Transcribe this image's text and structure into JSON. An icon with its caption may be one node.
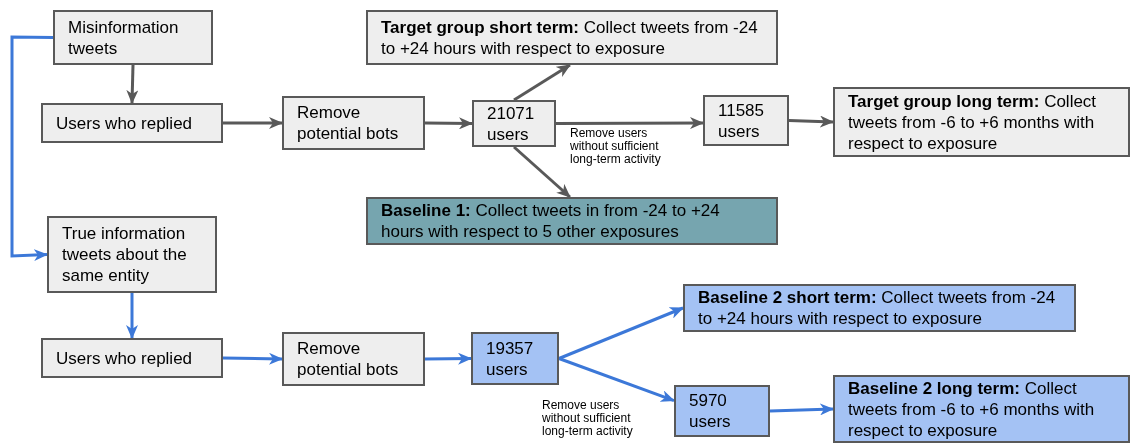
{
  "diagram": {
    "nodes": [
      {
        "text": [
          "Misinformation tweets"
        ]
      },
      {
        "text": [
          "Users who replied"
        ]
      },
      {
        "text": [
          "Remove potential bots"
        ]
      },
      {
        "text": [
          "21071 users"
        ]
      },
      {
        "text": [
          "**Target group short term:** Collect tweets from -24 to +24 hours with respect to exposure"
        ]
      },
      {
        "text": [
          "11585 users"
        ]
      },
      {
        "text": [
          "**Target group long term:** Collect tweets from -6 to +6 months with respect to exposure"
        ]
      },
      {
        "text": [
          "**Baseline 1:** Collect tweets in from -24 to +24 hours with respect to 5 other exposures"
        ]
      },
      {
        "text": [
          "True information tweets about the same entity"
        ]
      },
      {
        "text": [
          "Users who replied"
        ]
      },
      {
        "text": [
          "Remove potential bots"
        ]
      },
      {
        "text": [
          "19357 users"
        ]
      },
      {
        "text": [
          "**Baseline 2 short term:** Collect tweets from -24 to +24 hours with respect to exposure"
        ]
      },
      {
        "text": [
          "5970 users"
        ]
      },
      {
        "text": [
          "**Baseline 2 long term:** Collect tweets from -6 to +6 months with respect to exposure"
        ]
      }
    ],
    "edges": [
      {
        "from": 0,
        "to": 1,
        "arrow": "to"
      },
      {
        "from": 1,
        "to": 2,
        "arrow": "to"
      },
      {
        "from": 2,
        "to": 3,
        "arrow": "to"
      },
      {
        "from": 3,
        "to": 4,
        "arrow": "to"
      },
      {
        "from": 3,
        "to": 7,
        "arrow": "to"
      },
      {
        "from": 3,
        "to": 5,
        "arrow": "to",
        "label": "Remove users without sufficient long-term activity"
      },
      {
        "from": 5,
        "to": 6,
        "arrow": "to"
      },
      {
        "from": 0,
        "to": 8,
        "arrow": "to",
        "color": "#3c78d8"
      },
      {
        "from": 8,
        "to": 9,
        "arrow": "to",
        "color": "#3c78d8"
      },
      {
        "from": 9,
        "to": 10,
        "arrow": "to",
        "color": "#3c78d8"
      },
      {
        "from": 10,
        "to": 11,
        "arrow": "to",
        "color": "#3c78d8"
      },
      {
        "from": 11,
        "to": 12,
        "arrow": "to",
        "color": "#3c78d8"
      },
      {
        "from": 11,
        "to": 13,
        "arrow": "to",
        "color": "#3c78d8",
        "label": "Remove users without sufficient long-term activity"
      },
      {
        "from": 13,
        "to": 14,
        "arrow": "to",
        "color": "#3c78d8"
      }
    ]
  }
}
